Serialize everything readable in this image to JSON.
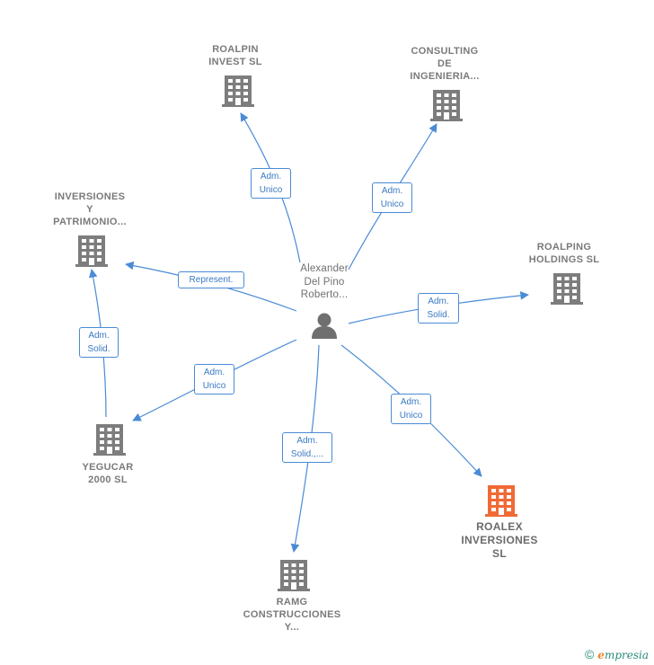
{
  "center": {
    "name_lines": [
      "Alexander",
      "Del Pino",
      "Roberto..."
    ],
    "icon": "person-icon"
  },
  "companies": [
    {
      "id": "roalpin",
      "lines": [
        "ROALPIN",
        "INVEST SL"
      ],
      "icon": "building-icon",
      "highlight": false
    },
    {
      "id": "consulting",
      "lines": [
        "CONSULTING",
        "DE",
        "INGENIERIA..."
      ],
      "icon": "building-icon",
      "highlight": false
    },
    {
      "id": "inversiones",
      "lines": [
        "INVERSIONES",
        "Y",
        "PATRIMONIO..."
      ],
      "icon": "building-icon",
      "highlight": false
    },
    {
      "id": "roalping",
      "lines": [
        "ROALPING",
        "HOLDINGS  SL"
      ],
      "icon": "building-icon",
      "highlight": false
    },
    {
      "id": "yegucar",
      "lines": [
        "YEGUCAR",
        "2000  SL"
      ],
      "icon": "building-icon",
      "highlight": false
    },
    {
      "id": "ramg",
      "lines": [
        "RAMG",
        "CONSTRUCCIONES",
        "Y..."
      ],
      "icon": "building-icon",
      "highlight": false
    },
    {
      "id": "roalex",
      "lines": [
        "ROALEX",
        "INVERSIONES",
        "SL"
      ],
      "icon": "building-icon",
      "highlight": true
    }
  ],
  "edges": [
    {
      "id": "e-roalpin",
      "from": "center",
      "to": "roalpin",
      "label_lines": [
        "Adm.",
        "Unico"
      ]
    },
    {
      "id": "e-consulting",
      "from": "center",
      "to": "consulting",
      "label_lines": [
        "Adm.",
        "Unico"
      ]
    },
    {
      "id": "e-inversiones",
      "from": "center",
      "to": "inversiones",
      "label_lines": [
        "Represent."
      ]
    },
    {
      "id": "e-roalping",
      "from": "center",
      "to": "roalping",
      "label_lines": [
        "Adm.",
        "Solid."
      ]
    },
    {
      "id": "e-yegucar",
      "from": "center",
      "to": "yegucar",
      "label_lines": [
        "Adm.",
        "Unico"
      ]
    },
    {
      "id": "e-ramg",
      "from": "center",
      "to": "ramg",
      "label_lines": [
        "Adm.",
        "Solid.,..."
      ]
    },
    {
      "id": "e-roalex",
      "from": "center",
      "to": "roalex",
      "label_lines": [
        "Adm.",
        "Unico"
      ]
    },
    {
      "id": "e-yegucar-inv",
      "from": "yegucar",
      "to": "inversiones",
      "label_lines": [
        "Adm.",
        "Solid."
      ]
    }
  ],
  "colors": {
    "edge": "#4a8bd6",
    "node": "#7d7d7d",
    "highlight": "#f06a35"
  },
  "footer": {
    "copyright_symbol": "©",
    "brand_initial": "e",
    "brand_rest": "mpresia"
  }
}
